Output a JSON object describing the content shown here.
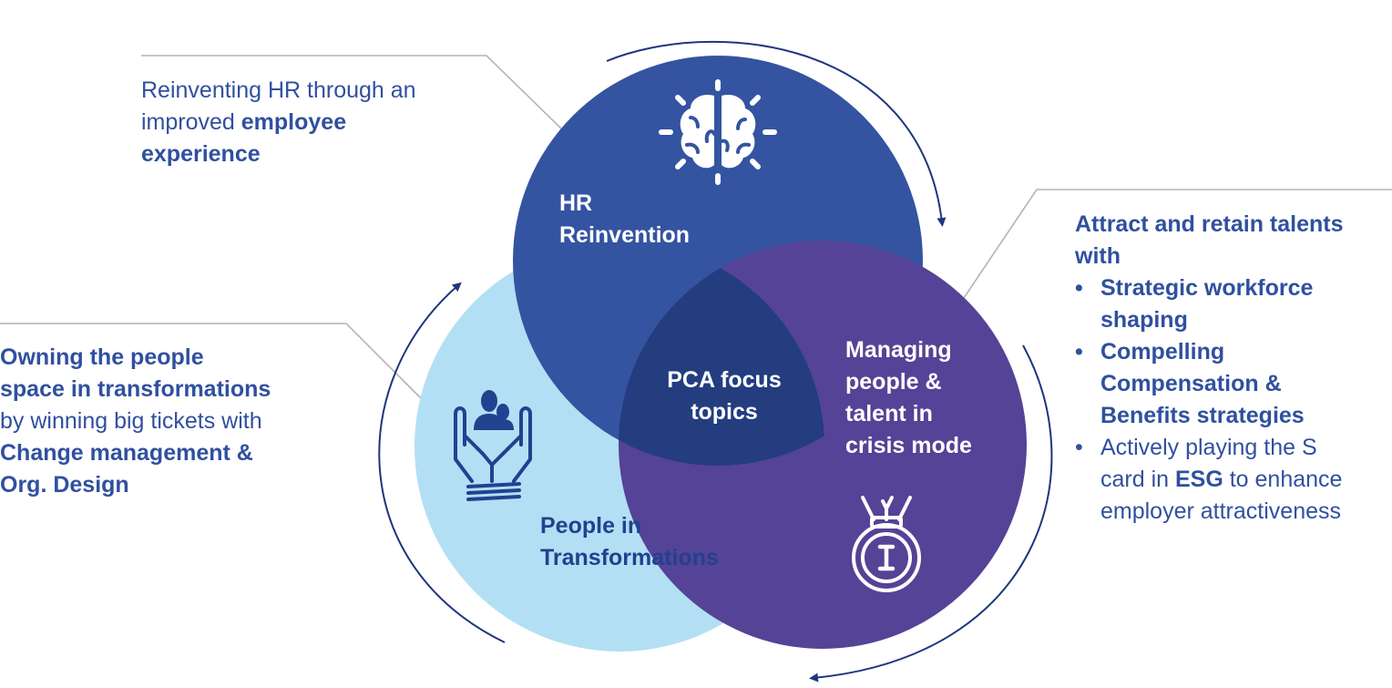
{
  "colors": {
    "hr_reinvention": "#3454a1",
    "people_in_transformations": "#b3dff5",
    "managing_people": "#544396",
    "center": "#233d7f",
    "text": "#30509f",
    "arrow": "#1f3580",
    "connector": "#b4b4b4"
  },
  "circles": {
    "hr_reinvention": {
      "label_line1": "HR",
      "label_line2": "Reinvention",
      "icon": "brain-icon"
    },
    "people_in_transformations": {
      "label_line1": "People in",
      "label_line2": "Transformations",
      "icon": "hands-people-icon"
    },
    "managing_people": {
      "label_lines": [
        "Managing",
        "people &",
        "talent in",
        "crisis mode"
      ],
      "icon": "medal-icon"
    },
    "center": {
      "label_line1": "PCA focus",
      "label_line2": "topics"
    }
  },
  "callouts": {
    "top_left": {
      "line1": "Reinventing HR through an",
      "line2_regular": "improved ",
      "line2_bold": "employee",
      "line3_bold": "experience"
    },
    "left": {
      "line1_bold": "Owning the people",
      "line2_bold": "space in transformations",
      "line3": "by winning big tickets with",
      "line4_bold": "Change management &",
      "line5_bold": "Org. Design"
    },
    "right": {
      "heading_line1": "Attract and retain talents",
      "heading_line2": "with",
      "bullets": [
        {
          "line1": "Strategic workforce",
          "line2": "shaping"
        },
        {
          "line1": "Compelling",
          "line2": "Compensation &",
          "line3": "Benefits strategies"
        }
      ],
      "bullet3": {
        "line1": "Actively playing the S",
        "line2_pre": "card in ",
        "line2_bold": "ESG",
        "line2_post": " to enhance",
        "line3": "employer attractiveness"
      }
    }
  }
}
